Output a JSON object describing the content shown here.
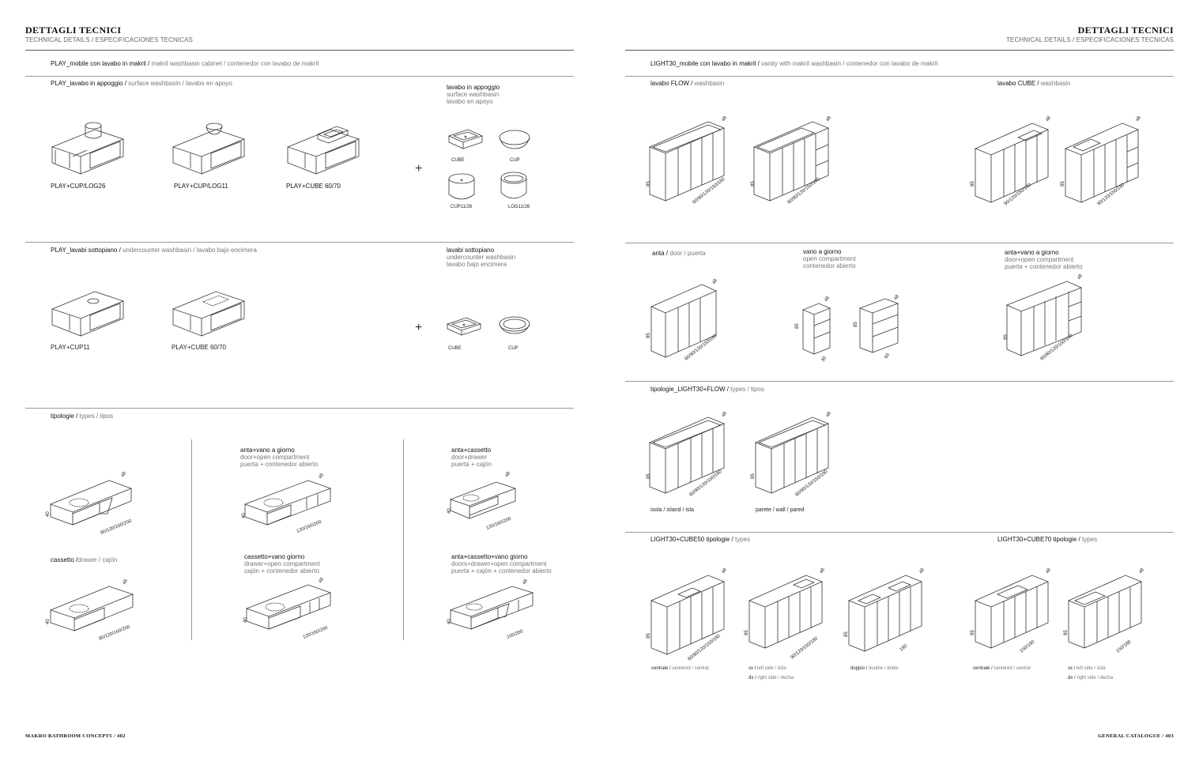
{
  "header_left": {
    "title": "DETTAGLI TECNICI",
    "subtitle": "TECHNICAL DETAILS / ESPECIFICACIONES TECNICAS"
  },
  "header_right": {
    "title": "DETTAGLI TECNICI",
    "subtitle": "TECHNICAL DETAILS / ESPECIFICACIONES TECNICAS"
  },
  "left": {
    "play_title": {
      "main": "PLAY_mobile con lavabo in makril /",
      "sub": " makril washbasin cabinet / contenedor con lavabo de makril"
    },
    "appoggio_title": {
      "main": "PLAY_lavabo in appoggio /",
      "sub": " surface washbasin / lavabo en apoyo"
    },
    "appoggio_models": [
      "PLAY+CUP/LOG26",
      "PLAY+CUP/LOG11",
      "PLAY+CUBE 60/70"
    ],
    "appoggio_note": [
      "lavabo in appoggio",
      "surface washbasin",
      "lavabo en apoyo"
    ],
    "appoggio_basins": [
      "CUBE",
      "CUP",
      "CUP11/26",
      "LOG11/26"
    ],
    "sottopiano_title": {
      "main": "PLAY_lavabi sottopiano /",
      "sub": " undercounter washbasin / lavabo bajo encimera"
    },
    "sottopiano_models": [
      "PLAY+CUP11",
      "PLAY+CUBE 60/70"
    ],
    "sottopiano_note": [
      "lavabi sottopiano",
      "undercounter washbasin",
      "lavabo bajo encimera"
    ],
    "sottopiano_basins": [
      "CUBE",
      "CUP"
    ],
    "plus": "+",
    "types_title": {
      "main": "tipologie /",
      "sub": " types / tipos"
    },
    "types": [
      {
        "lines": [],
        "dims": [
          "40",
          "48",
          "80/120/160/200"
        ]
      },
      {
        "lines": [
          "anta+vano a giorno",
          "door+open compartment",
          "puerta + contenedor abierto"
        ],
        "dims": [
          "40",
          "48",
          "120/160/200"
        ]
      },
      {
        "lines": [
          "anta+cassetto",
          "door+drawer",
          "puerta + cajón"
        ],
        "dims": [
          "40",
          "48",
          "120/160/200"
        ]
      },
      {
        "lines": [
          "cassetto /",
          "drawer / cajón"
        ],
        "dims": [
          "40",
          "48",
          "80/120/160/200"
        ]
      },
      {
        "lines": [
          "cassetto+vano giorno",
          "drawer+open compartment",
          "cajón + contenedor abierto"
        ],
        "dims": [
          "40",
          "48",
          "120/160/200"
        ]
      },
      {
        "lines": [
          "anta+cassetto+vano giorno",
          "doors+drawer+open compartment",
          "puerta + cajón + contenedor abierto"
        ],
        "dims": [
          "40",
          "48",
          "160/200"
        ]
      }
    ]
  },
  "right": {
    "light_title": {
      "main": "LIGHT30_mobile con lavabo in makril /",
      "sub": " vanity with makril washbasin / contenedor con lavabo de makril"
    },
    "flow_title": {
      "main": "lavabo FLOW /",
      "sub": " washbasin"
    },
    "flow_dims": [
      {
        "h": "85",
        "d": "48",
        "w": "60/90/120/150/180"
      },
      {
        "h": "85",
        "d": "48",
        "w": "60/90/120/150/180"
      }
    ],
    "cube_title": {
      "main": "lavabo CUBE /",
      "sub": " washbasin"
    },
    "cube_dims": [
      {
        "h": "85",
        "d": "48",
        "w": "90/120/150/180"
      },
      {
        "h": "85",
        "d": "48",
        "w": "90/120/150/180"
      }
    ],
    "anta_title": {
      "main": "anta /",
      "sub": " door / puerta"
    },
    "anta_dims": {
      "h": "85",
      "d": "48",
      "w": "60/90/120/150/180"
    },
    "vano_note": [
      "vano a giorno",
      "open compartment",
      "contenedor abierto"
    ],
    "vano_dims": [
      {
        "h": "85",
        "d": "48",
        "w": "30"
      },
      {
        "h": "85",
        "d": "48",
        "w": "60"
      }
    ],
    "antavano_note": [
      "anta+vano a giorno",
      "door+open compartment",
      "puerta + contenedor abierto"
    ],
    "antavano_dims": {
      "h": "85",
      "d": "48",
      "w": "60/90/120/150/180"
    },
    "flowtypes_title": {
      "main": "tipologie_LIGHT30+FLOW /",
      "sub": " types / tipos"
    },
    "flowtypes": [
      {
        "h": "85",
        "d": "48",
        "w": "60/90/120/150/180",
        "caption": "isola / island / isla"
      },
      {
        "h": "85",
        "d": "48",
        "w": "60/90/120/150/180",
        "caption": "parete  / wall / pared"
      }
    ],
    "cube50_title": {
      "main": "LIGHT30+CUBE50 tipologie /",
      "sub": " types"
    },
    "cube70_title": {
      "main": "LIGHT30+CUBE70 tipologie /",
      "sub": " types"
    },
    "cube50": [
      {
        "h": "85",
        "d": "48",
        "w": "60/90/120/150/180",
        "c1": "centrale /",
        "c1g": " centered  /  central",
        "c2": "",
        "c2g": ""
      },
      {
        "h": "85",
        "d": "48",
        "w": "90/120/150/180",
        "c1": "sx /",
        "c1g": " left side  / izda",
        "c2": "dx /",
        "c2g": " right side  / decha"
      },
      {
        "h": "85",
        "d": "48",
        "w": "180",
        "c1": "doppio /",
        "c1g": " double / doble",
        "c2": "",
        "c2g": ""
      }
    ],
    "cube70": [
      {
        "h": "85",
        "d": "48",
        "w": "150/180",
        "c1": "centrale /",
        "c1g": " centered  /  central",
        "c2": "",
        "c2g": ""
      },
      {
        "h": "85",
        "d": "48",
        "w": "150/180",
        "c1": "sx /",
        "c1g": " left side   /  izda",
        "c2": "dx /",
        "c2g": " right side   /  decha"
      }
    ]
  },
  "footer_left": "MAKRO BATHROOM CONCEPTS / 402",
  "footer_right": "GENERAL CATALOGUE / 403"
}
